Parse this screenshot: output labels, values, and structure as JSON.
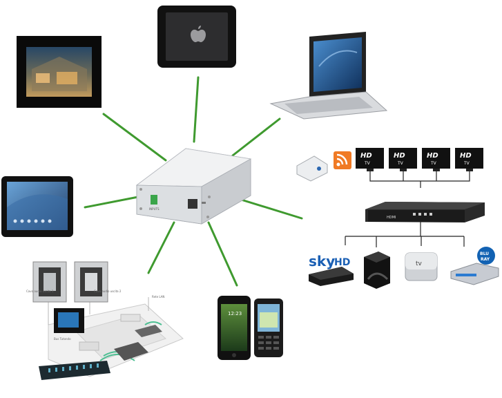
{
  "hub": {
    "port_label": "INPUTS"
  },
  "tv_labels": {
    "top": "HD",
    "bottom": "TV"
  },
  "sources": {
    "sky_brand": "sky",
    "sky_suffix": "HD",
    "bluray_top": "BLU",
    "bluray_bottom": "RAY"
  },
  "hdmi_switch": {
    "brand": "HDMI"
  },
  "floorplan": {
    "labels": [
      "Cavo audio uscita 1",
      "Cavo audio uscita 2",
      "Rete LAN",
      "Bus Tutondo"
    ]
  },
  "phone": {
    "time": "12:23"
  },
  "colors": {
    "link_green": "#3f9a2f",
    "hub_silver": "#e4e6e8",
    "screen_dark": "#1a2236"
  }
}
